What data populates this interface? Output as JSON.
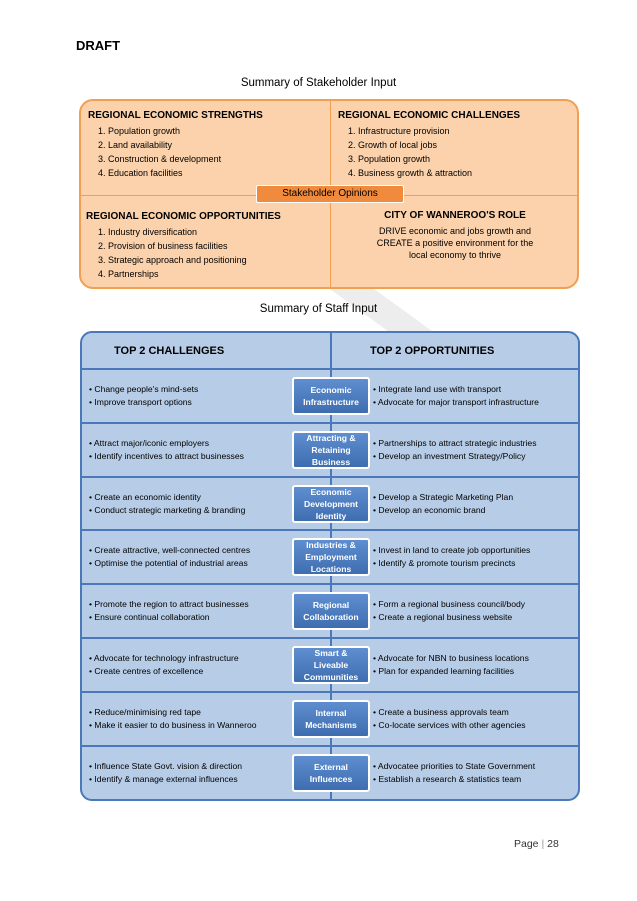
{
  "draft": "DRAFT",
  "stakeholder_title": "Summary of Stakeholder Input",
  "strengths": {
    "title": "REGIONAL ECONOMIC STRENGTHS",
    "items": [
      "1. Population growth",
      "2. Land availability",
      "3. Construction & development",
      "4. Education facilities"
    ]
  },
  "challenges": {
    "title": "REGIONAL ECONOMIC CHALLENGES",
    "items": [
      "1. Infrastructure provision",
      "2. Growth of local jobs",
      "3. Population growth",
      "4. Business growth & attraction"
    ]
  },
  "opportunities": {
    "title": "REGIONAL ECONOMIC OPPORTUNITIES",
    "items": [
      "1. Industry diversification",
      "2. Provision of business facilities",
      "3. Strategic approach and positioning",
      "4. Partnerships"
    ]
  },
  "role": {
    "title": "CITY OF WANNEROO'S ROLE",
    "lines": [
      "DRIVE economic and jobs growth and",
      "CREATE a positive environment for the",
      "local economy to thrive"
    ]
  },
  "opinions_label": "Stakeholder Opinions",
  "staff_title": "Summary of Staff Input",
  "staff": {
    "left_header": "TOP 2 CHALLENGES",
    "right_header": "TOP 2 OPPORTUNITIES",
    "rows": [
      {
        "left": [
          "Change people's mind-sets",
          "Improve transport options"
        ],
        "center": [
          "Economic",
          "Infrastructure"
        ],
        "right": [
          "Integrate land use with transport",
          "Advocate for major transport infrastructure"
        ]
      },
      {
        "left": [
          "Attract major/iconic employers",
          "Identify incentives to attract businesses"
        ],
        "center": [
          "Attracting &",
          "Retaining",
          "Business"
        ],
        "right": [
          "Partnerships to attract strategic industries",
          "Develop an investment Strategy/Policy"
        ]
      },
      {
        "left": [
          "Create an economic identity",
          "Conduct strategic marketing & branding"
        ],
        "center": [
          "Economic",
          "Development",
          "Identity"
        ],
        "right": [
          "Develop a Strategic Marketing Plan",
          "Develop an economic brand"
        ]
      },
      {
        "left": [
          "Create attractive, well-connected centres",
          "Optimise the potential of industrial areas"
        ],
        "center": [
          "Industries &",
          "Employment",
          "Locations"
        ],
        "right": [
          "Invest in land to create job opportunities",
          "Identify & promote tourism precincts"
        ]
      },
      {
        "left": [
          "Promote the region to attract businesses",
          "Ensure continual collaboration"
        ],
        "center": [
          "Regional",
          "Collaboration"
        ],
        "right": [
          "Form a regional business council/body",
          "Create a regional business website"
        ]
      },
      {
        "left": [
          "Advocate for technology infrastructure",
          "Create centres of excellence"
        ],
        "center": [
          "Smart &",
          "Liveable",
          "Communities"
        ],
        "right": [
          "Advocate for NBN to business locations",
          "Plan for expanded learning facilities"
        ]
      },
      {
        "left": [
          "Reduce/minimising red tape",
          "Make it easier to do business in Wanneroo"
        ],
        "center": [
          "Internal",
          "Mechanisms"
        ],
        "right": [
          "Create a business approvals team",
          "Co-locate services with other agencies"
        ]
      },
      {
        "left": [
          "Influence State Govt. vision & direction",
          "Identify & manage external influences"
        ],
        "center": [
          "External",
          "Influences"
        ],
        "right": [
          "Advocatee priorities to State Government",
          "Establish a research & statistics team"
        ]
      }
    ]
  },
  "page_label": "Page",
  "page_number": "28",
  "colors": {
    "stake_fill": "#fbd2ac",
    "stake_border": "#f0a050",
    "opinions": "#f08a3c",
    "staff_fill": "#b7cce6",
    "staff_border": "#4a78b8",
    "center_box": "#4f7fc2"
  }
}
